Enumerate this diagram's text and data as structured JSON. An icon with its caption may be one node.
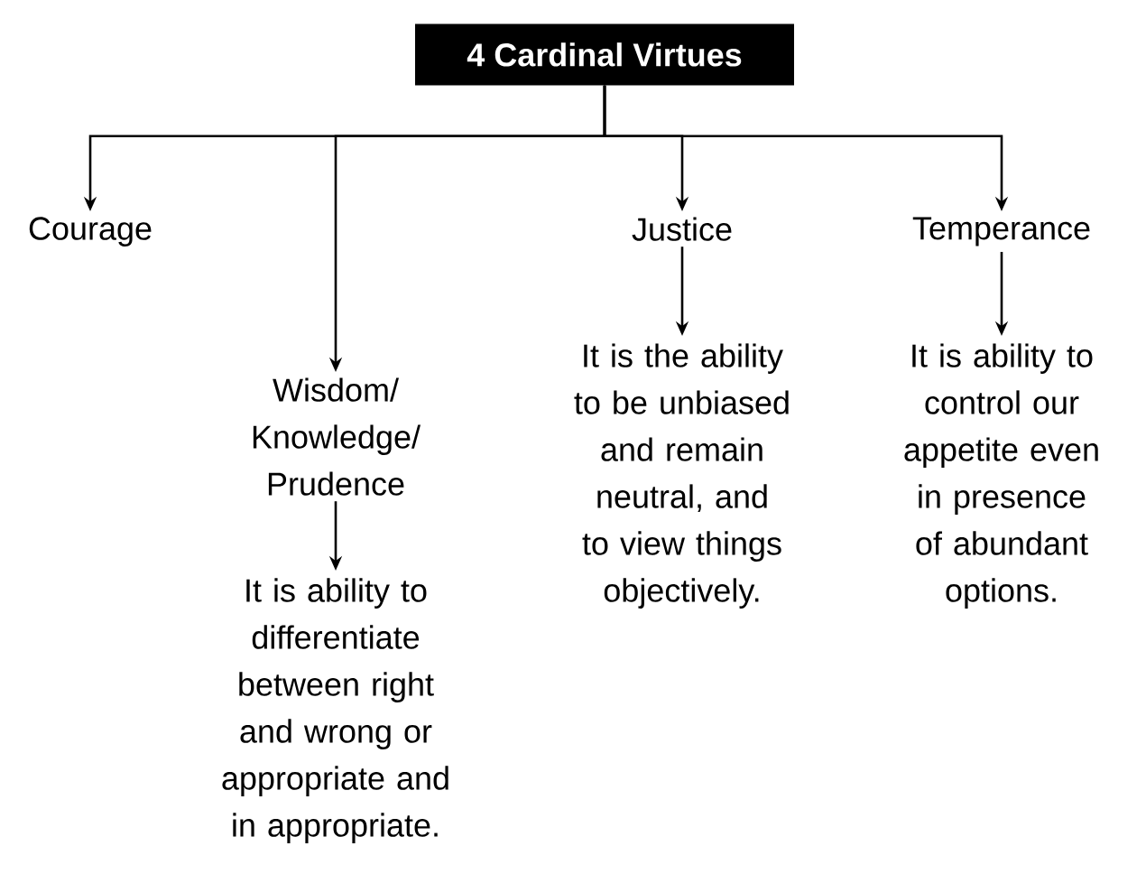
{
  "diagram": {
    "nodes": [
      {
        "text": [
          "4 Cardinal Virtues"
        ]
      },
      {
        "text": [
          "Courage"
        ]
      },
      {
        "text": [
          "Wisdom/ Knowledge/ Prudence"
        ]
      },
      {
        "text": [
          "It is ability to differentiate between right and wrong or appropriate and in appropriate."
        ]
      },
      {
        "text": [
          "Justice"
        ]
      },
      {
        "text": [
          "It is the ability to be unbiased and remain neutral, and to view things objectively."
        ]
      },
      {
        "text": [
          "Temperance"
        ]
      },
      {
        "text": [
          "It is ability to control our appetite even in presence of abundant options."
        ]
      }
    ],
    "edges": [
      {
        "from": 0,
        "to": 1,
        "arrow": "to"
      },
      {
        "from": 0,
        "to": 2,
        "arrow": "to"
      },
      {
        "from": 0,
        "to": 4,
        "arrow": "to"
      },
      {
        "from": 0,
        "to": 6,
        "arrow": "to"
      },
      {
        "from": 2,
        "to": 3,
        "arrow": "to"
      },
      {
        "from": 4,
        "to": 5,
        "arrow": "to"
      },
      {
        "from": 6,
        "to": 7,
        "arrow": "to"
      }
    ]
  }
}
